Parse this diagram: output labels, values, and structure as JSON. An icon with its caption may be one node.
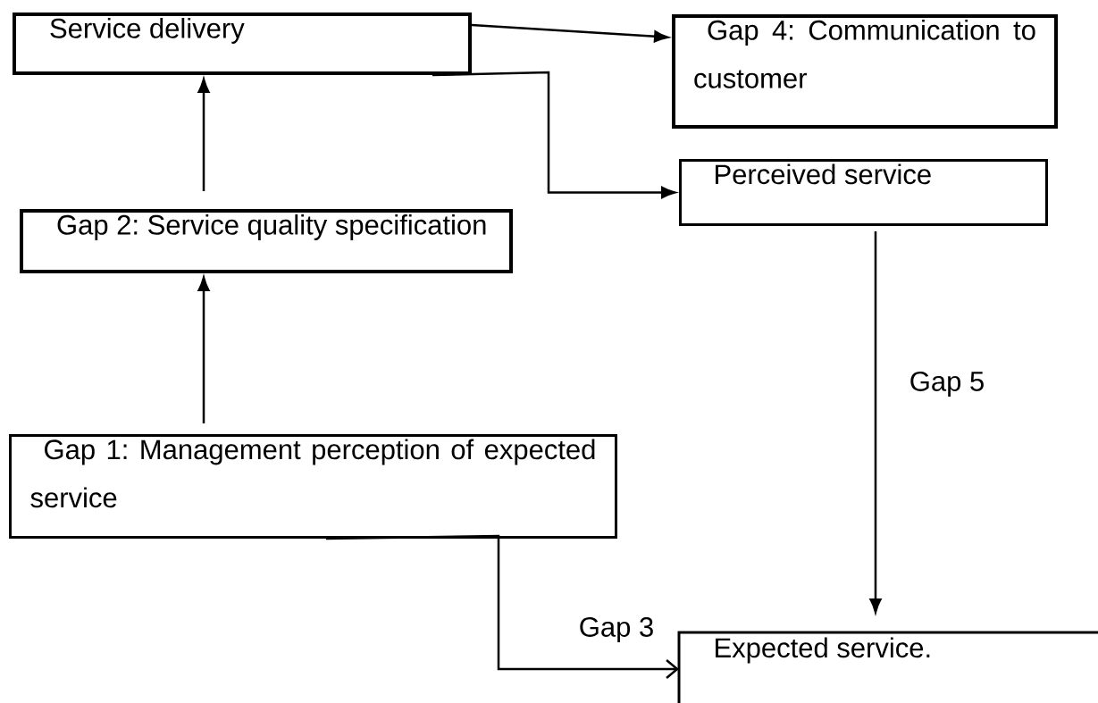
{
  "diagram": {
    "nodes": [
      {
        "text": [
          "Service delivery"
        ]
      },
      {
        "text": [
          "Gap 4: Communication to customer"
        ]
      },
      {
        "text": [
          "Gap 2: Service quality specification"
        ]
      },
      {
        "text": [
          "Perceived service"
        ]
      },
      {
        "text": [
          "Gap 1: Management perception of expected service"
        ]
      },
      {
        "text": [
          "Expected service."
        ]
      }
    ],
    "edges": [
      {
        "from": 2,
        "to": 0,
        "arrow": "to"
      },
      {
        "from": 4,
        "to": 2,
        "arrow": "to"
      },
      {
        "from": 0,
        "to": 1,
        "arrow": "to"
      },
      {
        "from": 0,
        "to": 3,
        "arrow": "to"
      },
      {
        "from": 3,
        "to": 5,
        "arrow": "to",
        "label": "Gap 5"
      },
      {
        "from": 4,
        "to": 5,
        "arrow": "to",
        "label": "Gap 3"
      }
    ]
  }
}
